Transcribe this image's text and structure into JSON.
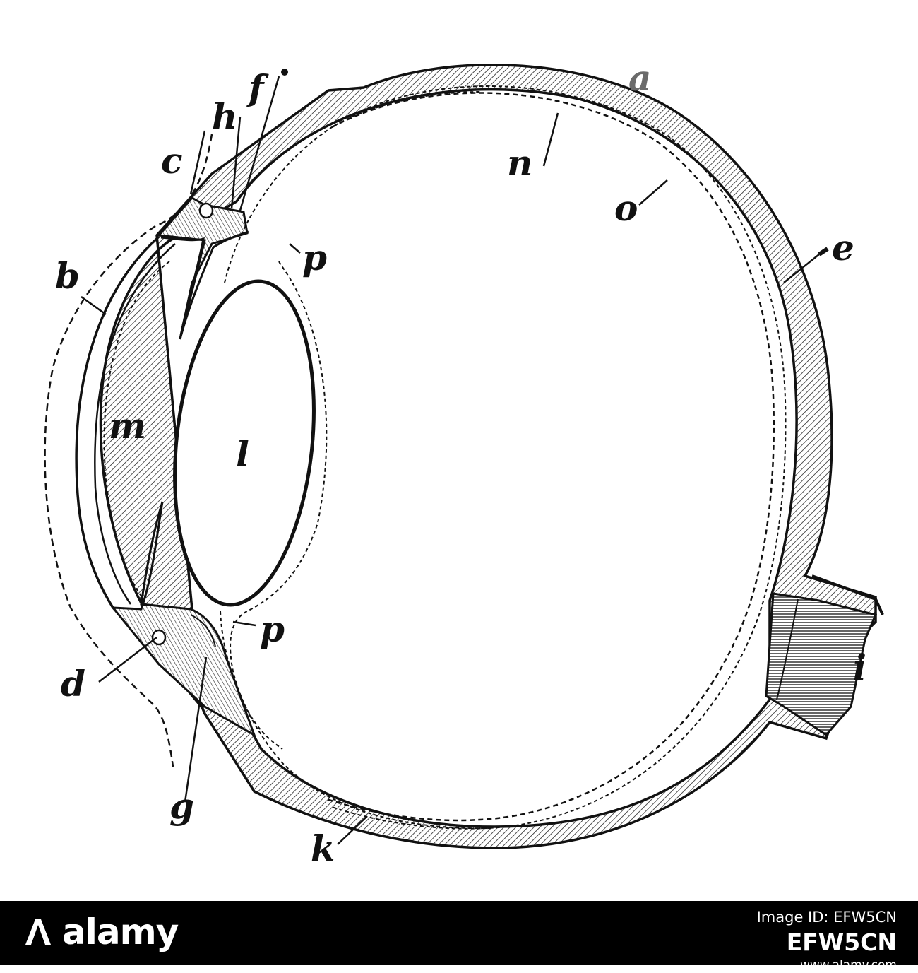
{
  "diagram": {
    "labels": {
      "a": "a",
      "b": "b",
      "c": "c",
      "d": "d",
      "e": "e",
      "f": "f",
      "g": "g",
      "h": "h",
      "i": "i",
      "k": "k",
      "l": "l",
      "m": "m",
      "n": "n",
      "o": "o",
      "p_upper": "p",
      "p_lower": "p"
    }
  },
  "footer": {
    "logo": "alamy",
    "image_id_label": "Image ID: EFW5CN",
    "image_id": "EFW5CN",
    "site": "www.alamy.com"
  },
  "colors": {
    "ink": "#111111",
    "footer_bg": "#000000",
    "footer_text": "#ffffff"
  }
}
